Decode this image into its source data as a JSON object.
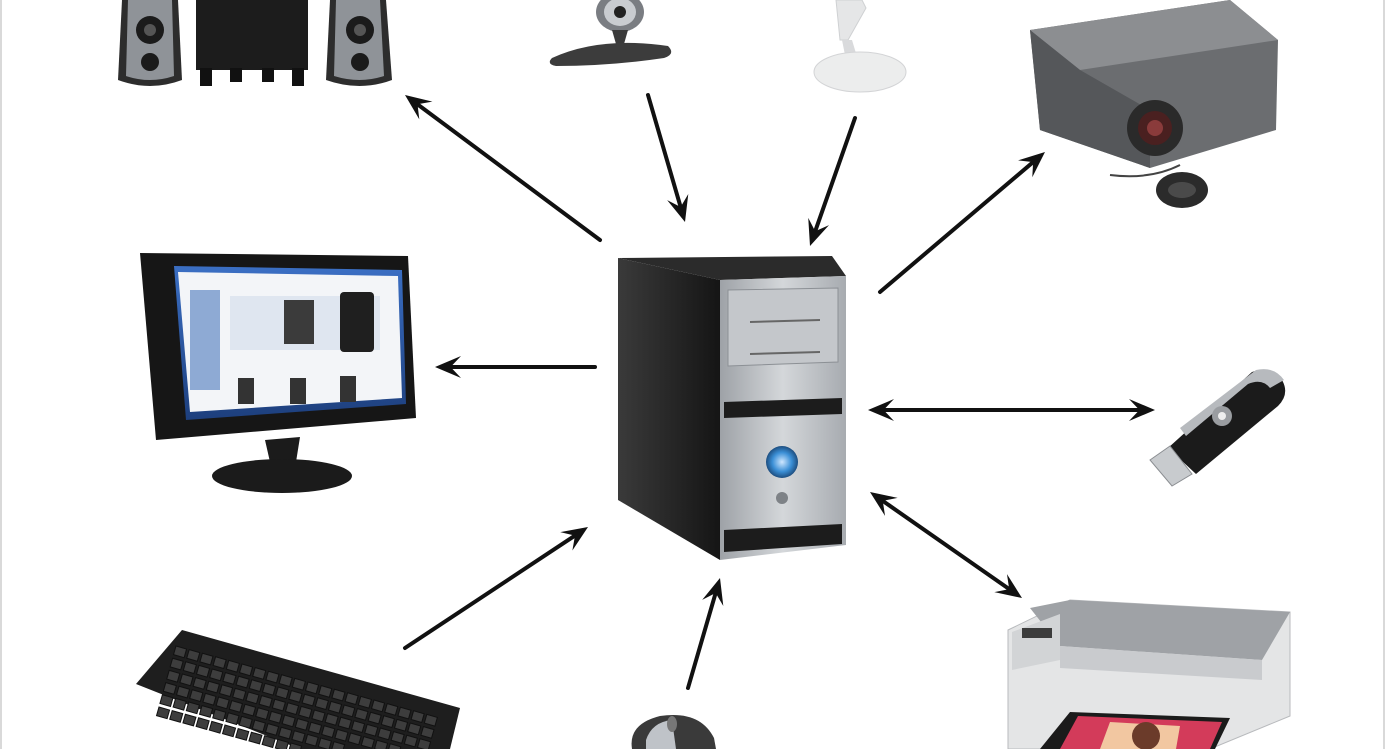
{
  "devices": [
    {
      "id": "speakers",
      "icon": "speakers-icon",
      "role": "output"
    },
    {
      "id": "webcam",
      "icon": "webcam-icon",
      "role": "input"
    },
    {
      "id": "desk-lamp",
      "icon": "desk-lamp-icon",
      "role": "input"
    },
    {
      "id": "projector",
      "icon": "projector-icon",
      "role": "output"
    },
    {
      "id": "monitor",
      "icon": "monitor-icon",
      "role": "output"
    },
    {
      "id": "usb-drive",
      "icon": "usb-drive-icon",
      "role": "input-output"
    },
    {
      "id": "keyboard",
      "icon": "keyboard-icon",
      "role": "input"
    },
    {
      "id": "mouse",
      "icon": "mouse-icon",
      "role": "input"
    },
    {
      "id": "printer",
      "icon": "printer-icon",
      "role": "input-output"
    }
  ],
  "hub": {
    "id": "system-unit",
    "icon": "computer-tower-icon"
  },
  "colors": {
    "arrow": "#111111",
    "case_dark": "#1f1f1f",
    "case_silver": "#b9bcc0",
    "power_led": "#3b8fd6",
    "screen_blue": "#2a5fb0",
    "background": "#ffffff"
  }
}
